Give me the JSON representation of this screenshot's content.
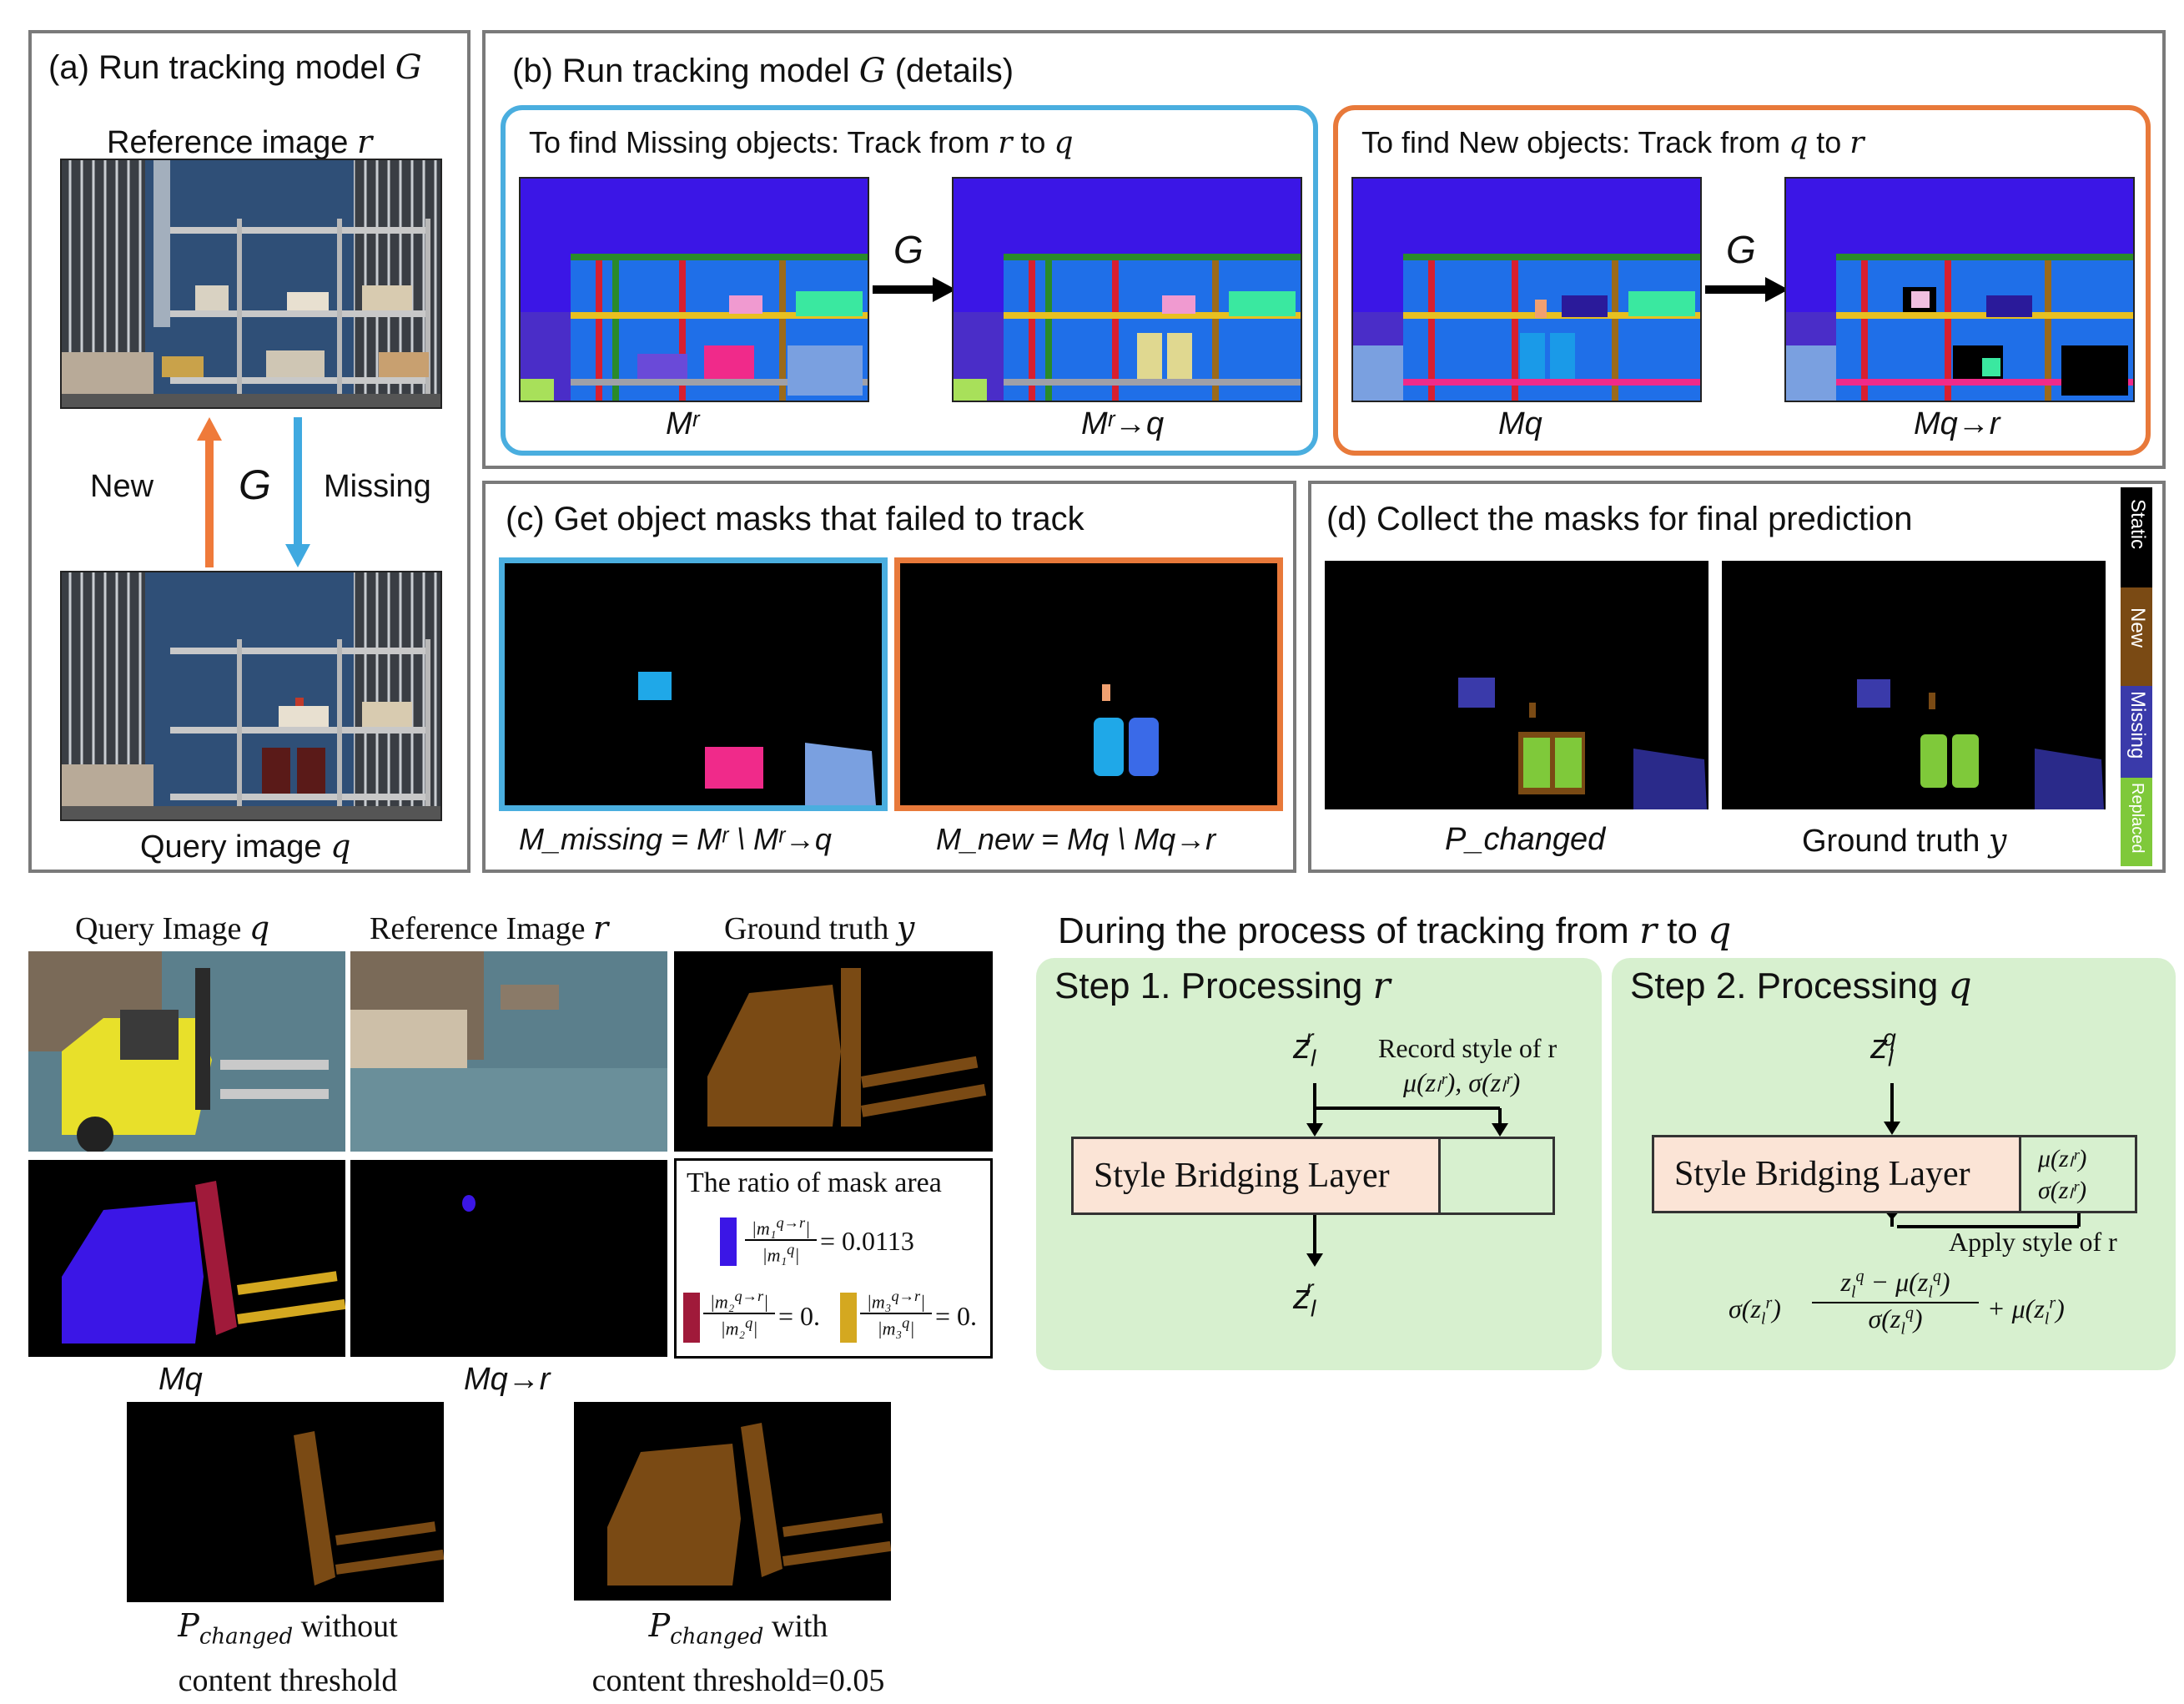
{
  "panel_a": {
    "title": "(a) Run tracking model ",
    "title_var": "G",
    "ref_label": "Reference image ",
    "ref_var": "r",
    "query_label": "Query image ",
    "query_var": "q",
    "new_label": "New",
    "missing_label": "Missing",
    "g_label": "G"
  },
  "panel_b": {
    "title": "(b) Run tracking model ",
    "title_var": "G",
    "title_suffix": " (details)",
    "left_heading": "To find Missing objects: Track from ",
    "left_r": "r",
    "left_to": " to ",
    "left_q": "q",
    "right_heading": "To find New objects: Track from ",
    "right_q": "q",
    "right_to": " to ",
    "right_r": "r",
    "g1": "G",
    "g2": "G",
    "cap_mr": "Mʳ",
    "cap_mrq": "Mʳ→q",
    "cap_mq": "Mq",
    "cap_mqr": "Mq→r"
  },
  "panel_c": {
    "title": "(c) Get object masks that failed to track",
    "eq_missing": "M_missing = Mʳ \\ Mʳ→q",
    "eq_new": "M_new = Mq \\ Mq→r"
  },
  "panel_d": {
    "title": "(d) Collect the masks for final prediction",
    "cap_pred": "P_changed",
    "cap_gt": "Ground truth ",
    "cap_gt_var": "y",
    "legend": [
      "Static",
      "New",
      "Missing",
      "Replaced"
    ]
  },
  "bottom_left": {
    "col1": "Query Image ",
    "col1_var": "q",
    "col2": "Reference Image ",
    "col2_var": "r",
    "col3": "Ground truth ",
    "col3_var": "y",
    "cap_mq": "Mq",
    "cap_mqr": "Mq→r",
    "ratio_title": "The ratio of mask area",
    "ratio1": "= 0.0113",
    "ratio2": "= 0.",
    "ratio3": "= 0.",
    "pred1_line1": "without",
    "pred1_line2": "content threshold",
    "pred2_line1": "with",
    "pred2_line2": "content threshold=0.05",
    "pred_sym": "P"
  },
  "bottom_right": {
    "heading": "During the process of tracking from ",
    "heading_r": "r",
    "heading_to": " to ",
    "heading_q": "q",
    "step1": "Step 1. Processing ",
    "step1_var": "r",
    "step2": "Step 2. Processing ",
    "step2_var": "q",
    "layer_label": "Style Bridging Layer",
    "record_style": "Record style of r",
    "record_stats": "μ(zₗʳ), σ(zₗʳ)",
    "apply_style": "Apply style of r",
    "stat_mu": "μ(zₗʳ)",
    "stat_sigma": "σ(zₗʳ)"
  },
  "colors": {
    "blue_border": "#4aaedf",
    "orange_border": "#e8793a",
    "panel_border": "#7a7a7a",
    "green_bg": "#d7f0cf",
    "layer_bg": "#fbe4d6",
    "new_brown": "#7a4a14",
    "missing_blue": "#3a3aaa",
    "replaced_green": "#7fc93a"
  }
}
